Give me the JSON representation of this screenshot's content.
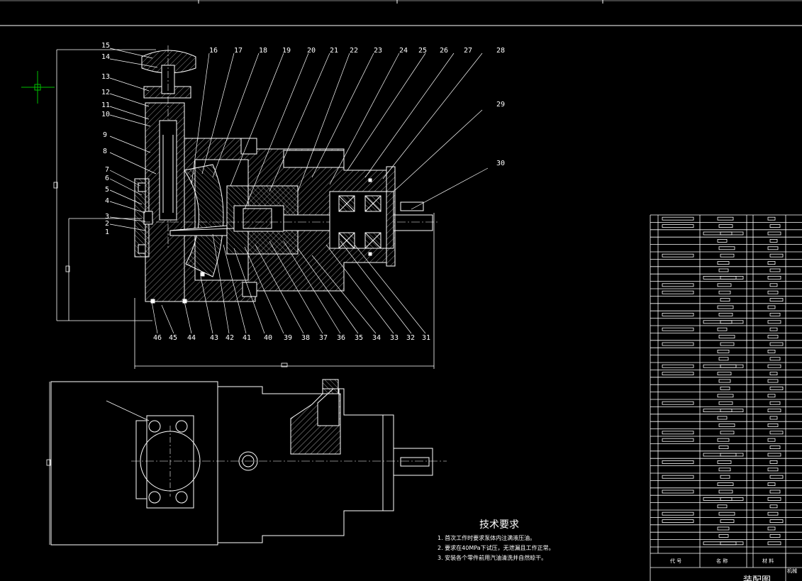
{
  "part_numbers": [
    "1",
    "2",
    "3",
    "4",
    "5",
    "6",
    "7",
    "8",
    "9",
    "10",
    "11",
    "12",
    "13",
    "14",
    "15",
    "16",
    "17",
    "18",
    "19",
    "20",
    "21",
    "22",
    "23",
    "24",
    "25",
    "26",
    "27",
    "28",
    "29",
    "30",
    "31",
    "32",
    "33",
    "34",
    "35",
    "36",
    "37",
    "38",
    "39",
    "40",
    "41",
    "42",
    "43",
    "44",
    "45",
    "46"
  ],
  "tech_requirements": {
    "title": "技术要求",
    "items": [
      "1. 首次工作时要求泵体内注满液压油。",
      "2. 要求在40MPa下试压，无泄漏且工作正常。",
      "3. 安装各个零件前用汽油清洗并自然晾干。"
    ]
  },
  "title_block": {
    "col_code": "代 号",
    "col_name": "名 称",
    "col_material": "材 料",
    "drawing_name": "装配图",
    "company": "机械"
  },
  "colors": {
    "line": "#ffffff",
    "crosshair": "#00c000",
    "background": "#000000"
  }
}
